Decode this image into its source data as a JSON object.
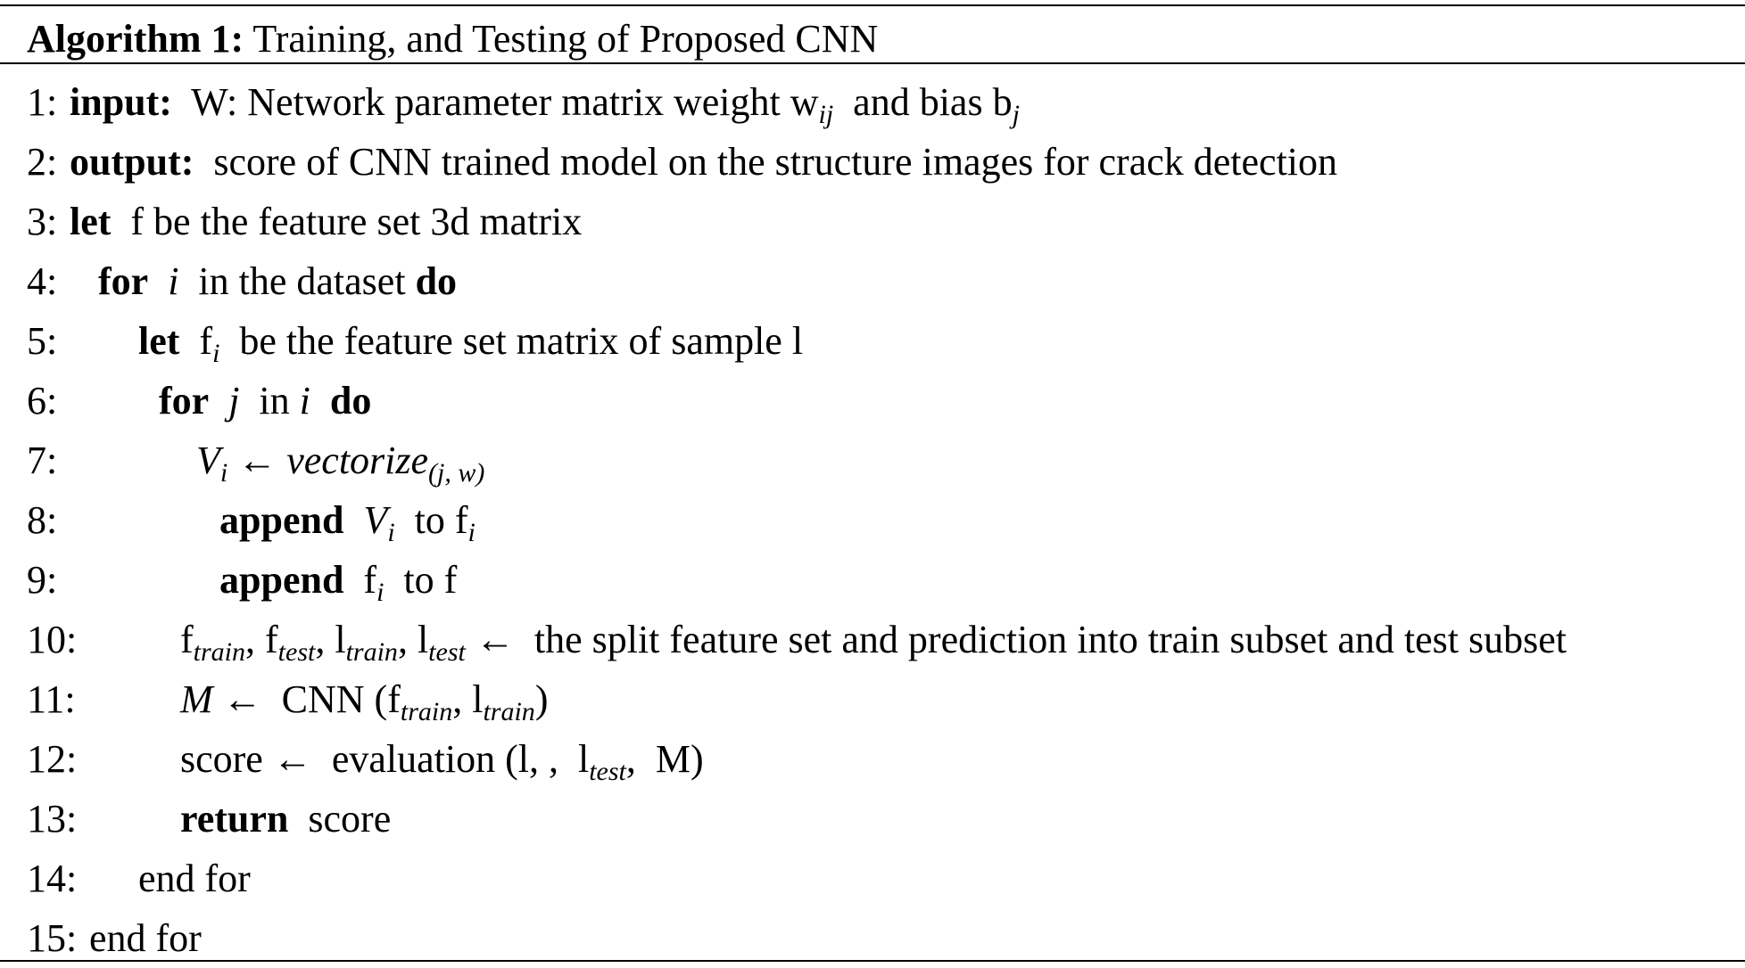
{
  "caption": {
    "label": "Algorithm 1:",
    "title": " Training, and Testing of Proposed CNN"
  },
  "lines": [
    {
      "num": "1:",
      "indent": 48,
      "segs": [
        {
          "t": "input:",
          "k": "kw"
        },
        {
          "t": "  W: Network parameter matrix weight w"
        },
        {
          "t": "ij",
          "k": "sub"
        },
        {
          "t": "  and bias b"
        },
        {
          "t": "j",
          "k": "sub"
        }
      ]
    },
    {
      "num": "2:",
      "indent": 48,
      "segs": [
        {
          "t": "output:",
          "k": "kw"
        },
        {
          "t": "  score of CNN trained model on the structure images for crack detection"
        }
      ]
    },
    {
      "num": "3:",
      "indent": 48,
      "segs": [
        {
          "t": "let",
          "k": "kw"
        },
        {
          "t": "  f be the feature set 3d matrix"
        }
      ]
    },
    {
      "num": "4:",
      "indent": 80,
      "segs": [
        {
          "t": "for",
          "k": "kw"
        },
        {
          "t": "  "
        },
        {
          "t": "i",
          "k": "it"
        },
        {
          "t": "  in the dataset "
        },
        {
          "t": "do",
          "k": "kw"
        }
      ]
    },
    {
      "num": "5:",
      "indent": 125,
      "segs": [
        {
          "t": "let",
          "k": "kw"
        },
        {
          "t": "  f"
        },
        {
          "t": "i",
          "k": "sub"
        },
        {
          "t": "  be the feature set matrix of sample l"
        }
      ]
    },
    {
      "num": "6:",
      "indent": 148,
      "segs": [
        {
          "t": "for",
          "k": "kw"
        },
        {
          "t": "  "
        },
        {
          "t": "j",
          "k": "it"
        },
        {
          "t": "  in "
        },
        {
          "t": "i",
          "k": "it"
        },
        {
          "t": "  "
        },
        {
          "t": "do",
          "k": "kw"
        }
      ]
    },
    {
      "num": "7:",
      "indent": 190,
      "segs": [
        {
          "t": "V",
          "k": "it"
        },
        {
          "t": "i",
          "k": "sub"
        },
        {
          "t": " ← "
        },
        {
          "t": "vectorize",
          "k": "it"
        },
        {
          "t": "(j, w)",
          "k": "sub"
        }
      ]
    },
    {
      "num": "8:",
      "indent": 216,
      "segs": [
        {
          "t": "append",
          "k": "kw"
        },
        {
          "t": "  "
        },
        {
          "t": "V",
          "k": "it"
        },
        {
          "t": "i",
          "k": "sub"
        },
        {
          "t": "  to f"
        },
        {
          "t": "i",
          "k": "sub"
        }
      ]
    },
    {
      "num": "9:",
      "indent": 216,
      "segs": [
        {
          "t": "append",
          "k": "kw"
        },
        {
          "t": "  f"
        },
        {
          "t": "i",
          "k": "sub"
        },
        {
          "t": "  to f"
        }
      ]
    },
    {
      "num": "10:",
      "indent": 172,
      "segs": [
        {
          "t": "f"
        },
        {
          "t": "train",
          "k": "sub"
        },
        {
          "t": ", f"
        },
        {
          "t": "test",
          "k": "sub"
        },
        {
          "t": ", l"
        },
        {
          "t": "train",
          "k": "sub"
        },
        {
          "t": ", l"
        },
        {
          "t": "test",
          "k": "sub"
        },
        {
          "t": " ←  the split feature set and prediction into train subset and test subset"
        }
      ]
    },
    {
      "num": "11:",
      "indent": 172,
      "segs": [
        {
          "t": "M",
          "k": "it"
        },
        {
          "t": " ←  CNN (f"
        },
        {
          "t": "train",
          "k": "sub"
        },
        {
          "t": ", l"
        },
        {
          "t": "train",
          "k": "sub"
        },
        {
          "t": ")"
        }
      ]
    },
    {
      "num": "12:",
      "indent": 172,
      "segs": [
        {
          "t": "score ←  evaluation (l, ,  l"
        },
        {
          "t": "test",
          "k": "sub"
        },
        {
          "t": ",  M)"
        }
      ]
    },
    {
      "num": "13:",
      "indent": 172,
      "segs": [
        {
          "t": "return",
          "k": "kw"
        },
        {
          "t": "  score"
        }
      ]
    },
    {
      "num": "14:",
      "indent": 125,
      "segs": [
        {
          "t": "end for"
        }
      ]
    },
    {
      "num": "15:",
      "indent": 70,
      "segs": [
        {
          "t": "end for"
        }
      ]
    }
  ]
}
